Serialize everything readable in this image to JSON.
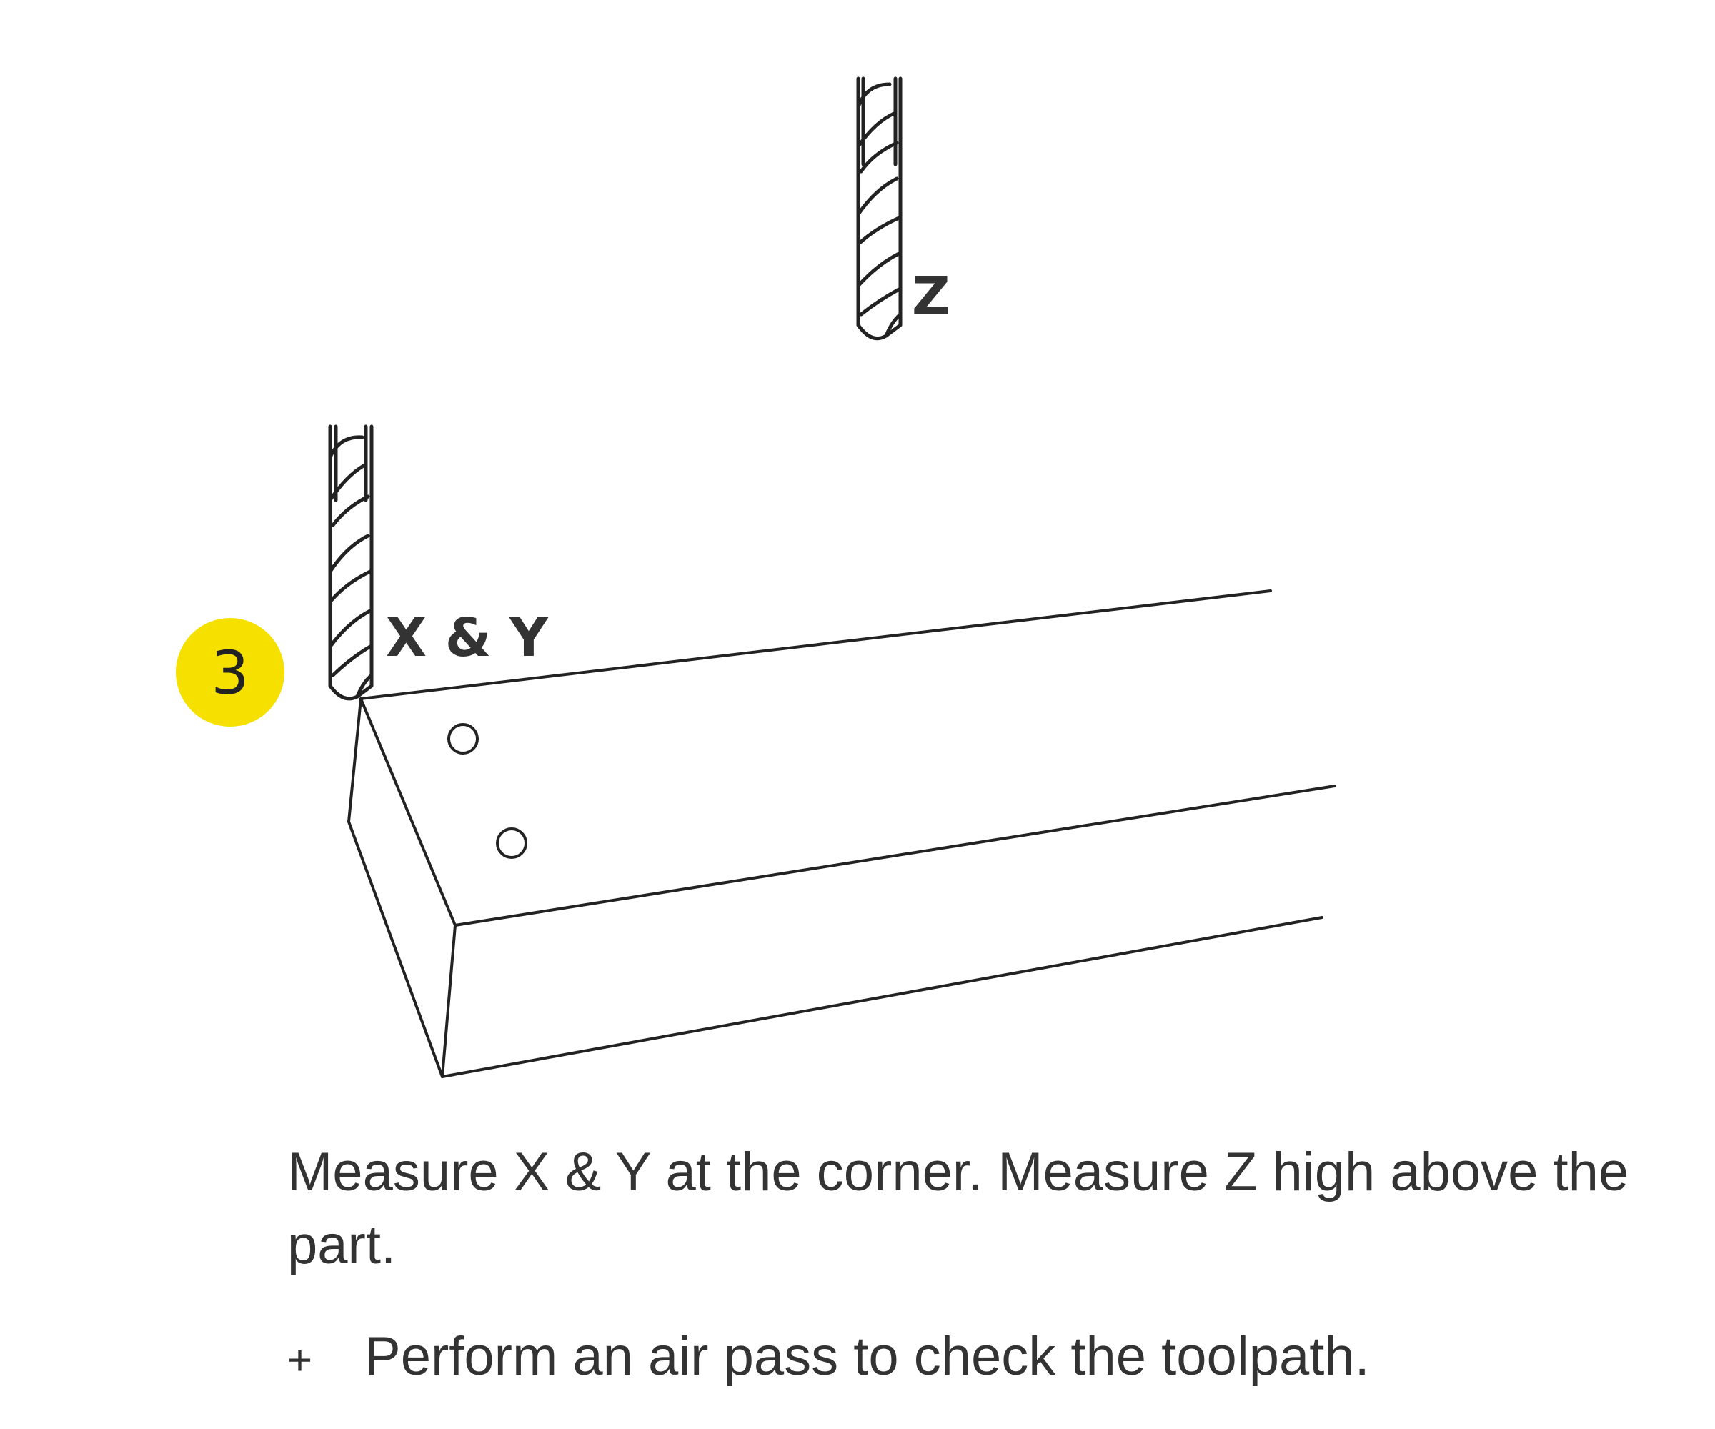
{
  "diagram": {
    "z_label": "Z",
    "xy_label": "X & Y",
    "step_number": "3",
    "step_color": "#f5e000",
    "line_color": "#222222"
  },
  "caption": {
    "main": "Measure X & Y at the corner. Measure Z high above the part.",
    "tip_bullet": "+",
    "tip": "Perform an air pass to check the toolpath."
  }
}
